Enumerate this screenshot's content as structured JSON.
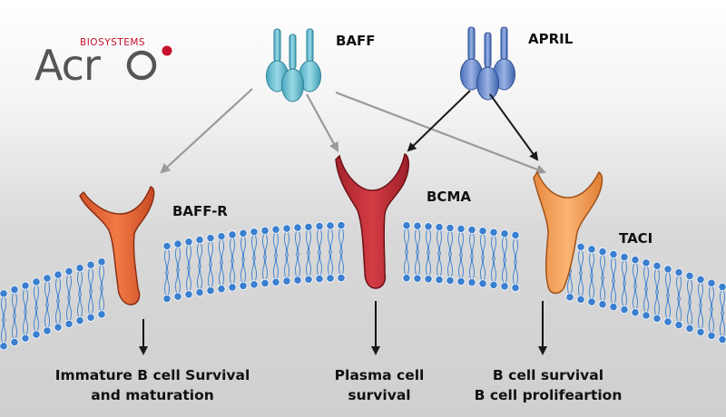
{
  "logo": {
    "brand": "Acr",
    "sub": "BIOSYSTEMS",
    "accent_color": "#c8102e"
  },
  "ligands": {
    "baff": {
      "label": "BAFF",
      "color": "#6fc3d6"
    },
    "april": {
      "label": "APRIL",
      "color": "#6f8fd0"
    }
  },
  "receptors": {
    "baff_r": {
      "label": "BAFF-R",
      "color": "#ea6a3a"
    },
    "bcma": {
      "label": "BCMA",
      "color": "#c9313a"
    },
    "taci": {
      "label": "TACI",
      "color": "#f6a257"
    }
  },
  "outcomes": {
    "baff_r": {
      "line1": "Immature B cell Survival",
      "line2": "and maturation"
    },
    "bcma": {
      "line1": "Plasma cell",
      "line2": "survival"
    },
    "taci": {
      "line1": "B cell survival",
      "line2": "B cell prolifeartion"
    }
  },
  "membrane": {
    "head_color": "#3a7fd0"
  },
  "arrows": {
    "baff_color": "#9a9a9a",
    "april_color": "#1a1a1a"
  }
}
